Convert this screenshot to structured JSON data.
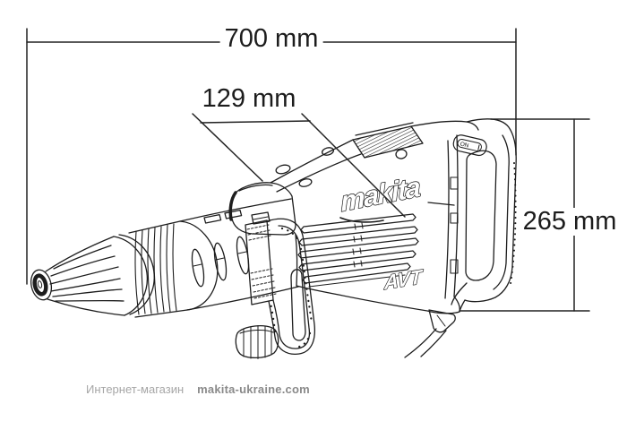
{
  "dimensions": {
    "overall_length": "700 mm",
    "head_width": "129 mm",
    "height": "265 mm"
  },
  "branding": {
    "logo": "makita",
    "feature_badge": "AVT",
    "switch_label": "ON"
  },
  "watermark": {
    "prefix": "Интернет-магазин",
    "site": "makita-ukraine.com"
  },
  "colors": {
    "line": "#1d1d1d",
    "dimension_line": "#222222",
    "dimension_text": "#1c1c1c",
    "watermark_prefix": "#a6a6a6",
    "watermark_site": "#8a8a8a",
    "background": "#ffffff"
  }
}
